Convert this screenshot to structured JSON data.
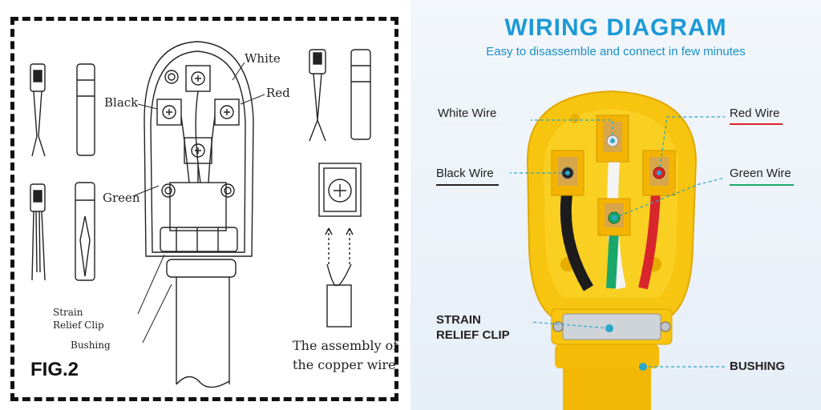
{
  "left_panel": {
    "figure_label": "FIG.2",
    "labels": {
      "white": "White",
      "red": "Red",
      "black": "Black",
      "green": "Green",
      "strain_relief_line1": "Strain",
      "strain_relief_line2": "Relief Clip",
      "bushing": "Bushing"
    },
    "assembly_caption_line1": "The assembly of",
    "assembly_caption_line2": "the copper wire"
  },
  "right_panel": {
    "title": "WIRING DIAGRAM",
    "subtitle": "Easy to disassemble and connect in few minutes",
    "labels": {
      "white_wire": "White Wire",
      "red_wire": "Red Wire",
      "black_wire": "Black Wire",
      "green_wire": "Green Wire",
      "strain_relief_line1": "STRAIN",
      "strain_relief_line2": "RELIEF CLIP",
      "bushing": "BUSHING"
    },
    "colors": {
      "title": "#1d9ad6",
      "plug_body": "#f7c40f",
      "red_wire_accent": "#d9262c",
      "green_wire_accent": "#1aa76a",
      "black_wire_accent": "#222222",
      "leader_line": "#2aa7c9"
    }
  }
}
